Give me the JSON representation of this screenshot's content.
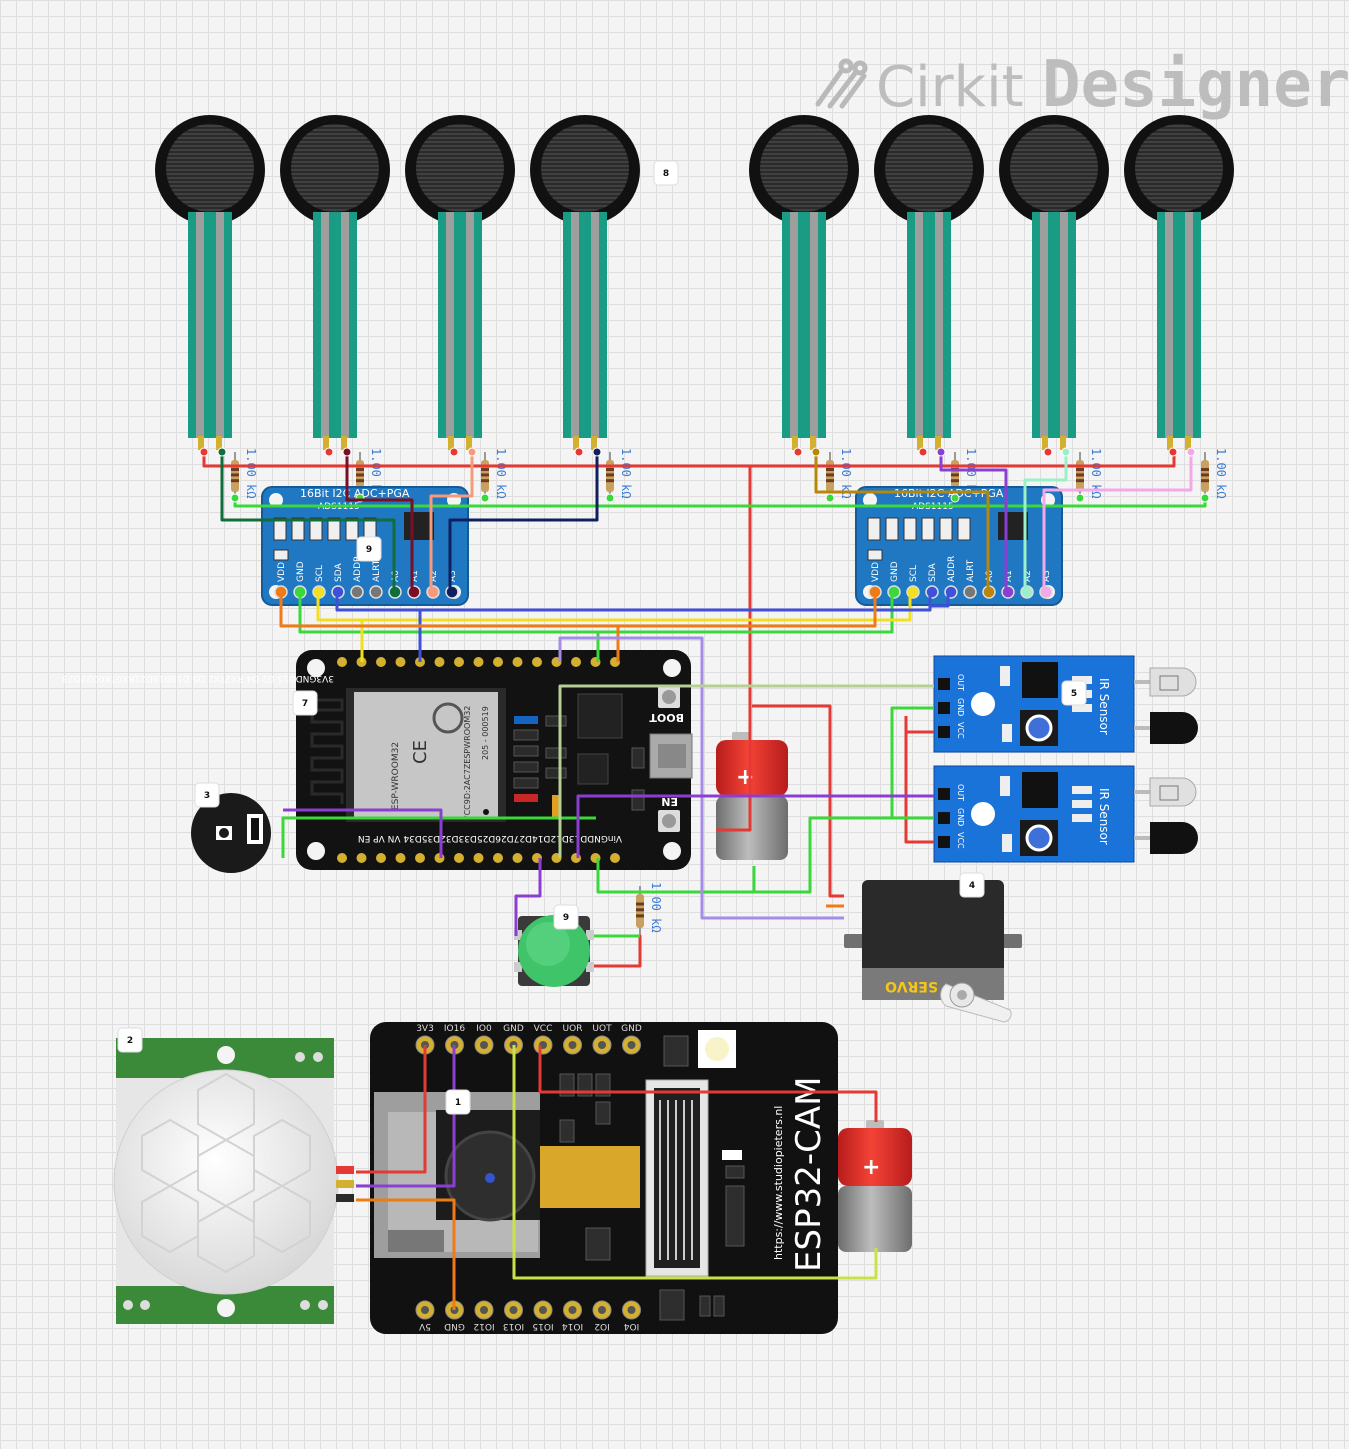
{
  "logo": {
    "part1": "Cirkit",
    "part2": "Designer"
  },
  "badges": {
    "b1": "1",
    "b2": "2",
    "b3": "3",
    "b4": "4",
    "b5": "5",
    "b7": "7",
    "b8": "8",
    "b9a": "9",
    "b9b": "9"
  },
  "resistor_label": "1.00 kΩ",
  "ads_left": {
    "title": "16Bit I2C ADC+PGA",
    "model": "ADS1115",
    "pins": [
      "VDD",
      "GND",
      "SCL",
      "SDA",
      "ADDR",
      "ALRT",
      "A0",
      "A1",
      "A2",
      "A3"
    ]
  },
  "ads_right": {
    "title": "16Bit I2C ADC+PGA",
    "model": "ADS1115",
    "pins": [
      "VDD",
      "GND",
      "SCL",
      "SDA",
      "ADDR",
      "ALRT",
      "A0",
      "A1",
      "A2",
      "A3"
    ]
  },
  "esp32": {
    "top_pins": "3V3GNDD15 D2  D4 RX2TX2 D5 D18D19D21RX0TX0D22D23",
    "bottom_pins": "VinGNDD13D12D14D27D26D25D33D32D35D34 VN VP EN",
    "module": "ESP-WROOM32",
    "fcc": "FCC9D:2AC7ZESPWROOM32",
    "reg": "205 - 000519",
    "boot": "BOOT",
    "en": "EN"
  },
  "ir_sensor": {
    "label": "IR Sensor",
    "pins": [
      "OUT",
      "GND",
      "VCC"
    ]
  },
  "servo": {
    "label": "SERVO"
  },
  "esp32cam": {
    "title": "ESP32-CAM",
    "url": "https://www.studiopieters.nl",
    "top_pins": [
      "3V3",
      "IO16",
      "IO0",
      "GND",
      "VCC",
      "UOR",
      "UOT",
      "GND"
    ],
    "bottom_pins": [
      "5V",
      "GND",
      "IO12",
      "IO13",
      "IO15",
      "IO14",
      "IO2",
      "IO4"
    ]
  },
  "colors": {
    "wire_red": "#e53935",
    "wire_green": "#3ad83a",
    "wire_yellow": "#f0e020",
    "wire_blue": "#3f51d8",
    "wire_orange": "#f07a14",
    "wire_purple": "#8b3fd1",
    "wire_lilac": "#a58ce6",
    "wire_darkgreen": "#0f6e3b",
    "wire_navy": "#10205e",
    "wire_salmon": "#f59a7a",
    "wire_brown": "#b8860b",
    "wire_mint": "#9af0c8",
    "wire_pink": "#f4a8e8",
    "wire_lime": "#c8e34a",
    "wire_sage": "#b6cf94",
    "wire_maroon": "#7a0e27",
    "ads_blue": "#1f78c1",
    "ir_blue": "#1a73d9",
    "fsr_teal": "#1a9b83"
  }
}
